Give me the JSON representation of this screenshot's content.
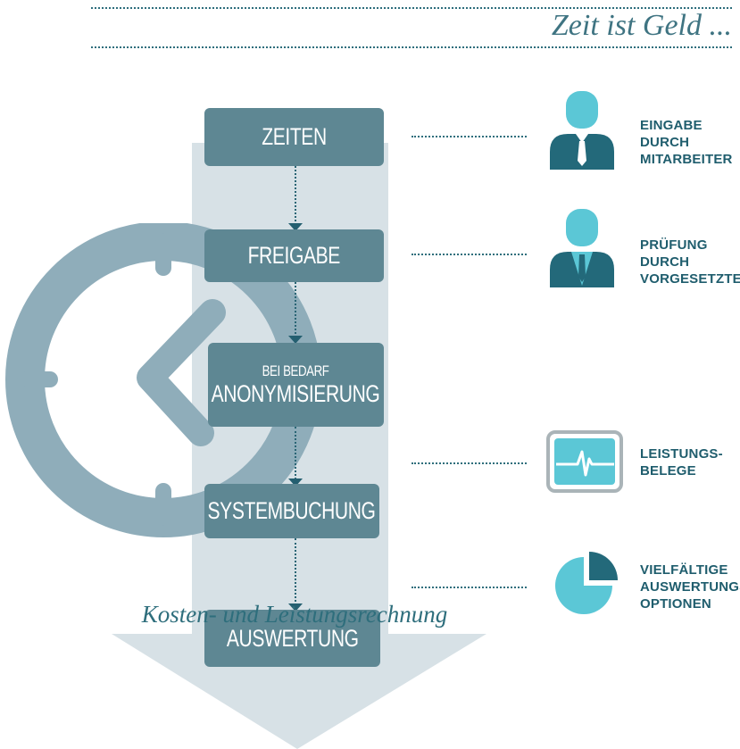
{
  "header": {
    "title": "Zeit ist Geld ..."
  },
  "steps": [
    {
      "lines": [
        "Zeiten"
      ]
    },
    {
      "lines": [
        "Freigabe"
      ]
    },
    {
      "lines": [
        "Bei Bedarf",
        "Anonymisierung"
      ]
    },
    {
      "lines": [
        "Systembuchung"
      ]
    },
    {
      "lines": [
        "Auswertung"
      ]
    }
  ],
  "side_items": [
    {
      "icon": "employee-icon",
      "lines": [
        "Eingabe durch",
        "Mitarbeiter"
      ]
    },
    {
      "icon": "supervisor-icon",
      "lines": [
        "Prüfung durch",
        "Vorgesetzten"
      ]
    },
    {
      "icon": "monitor-pulse-icon",
      "lines": [
        "Leistungs-",
        "belege"
      ]
    },
    {
      "icon": "pie-chart-icon",
      "lines": [
        "Vielfältige",
        "Auswertungs-",
        "optionen"
      ]
    }
  ],
  "footer": {
    "caption": "Kosten- und Leistungsrechnung"
  },
  "colors": {
    "box": "#5e8793",
    "arrow_band": "#d7e1e6",
    "clock": "#8fadba",
    "icon_dark": "#23697a",
    "icon_light": "#5bc7d6",
    "label": "#1f5d6d"
  }
}
